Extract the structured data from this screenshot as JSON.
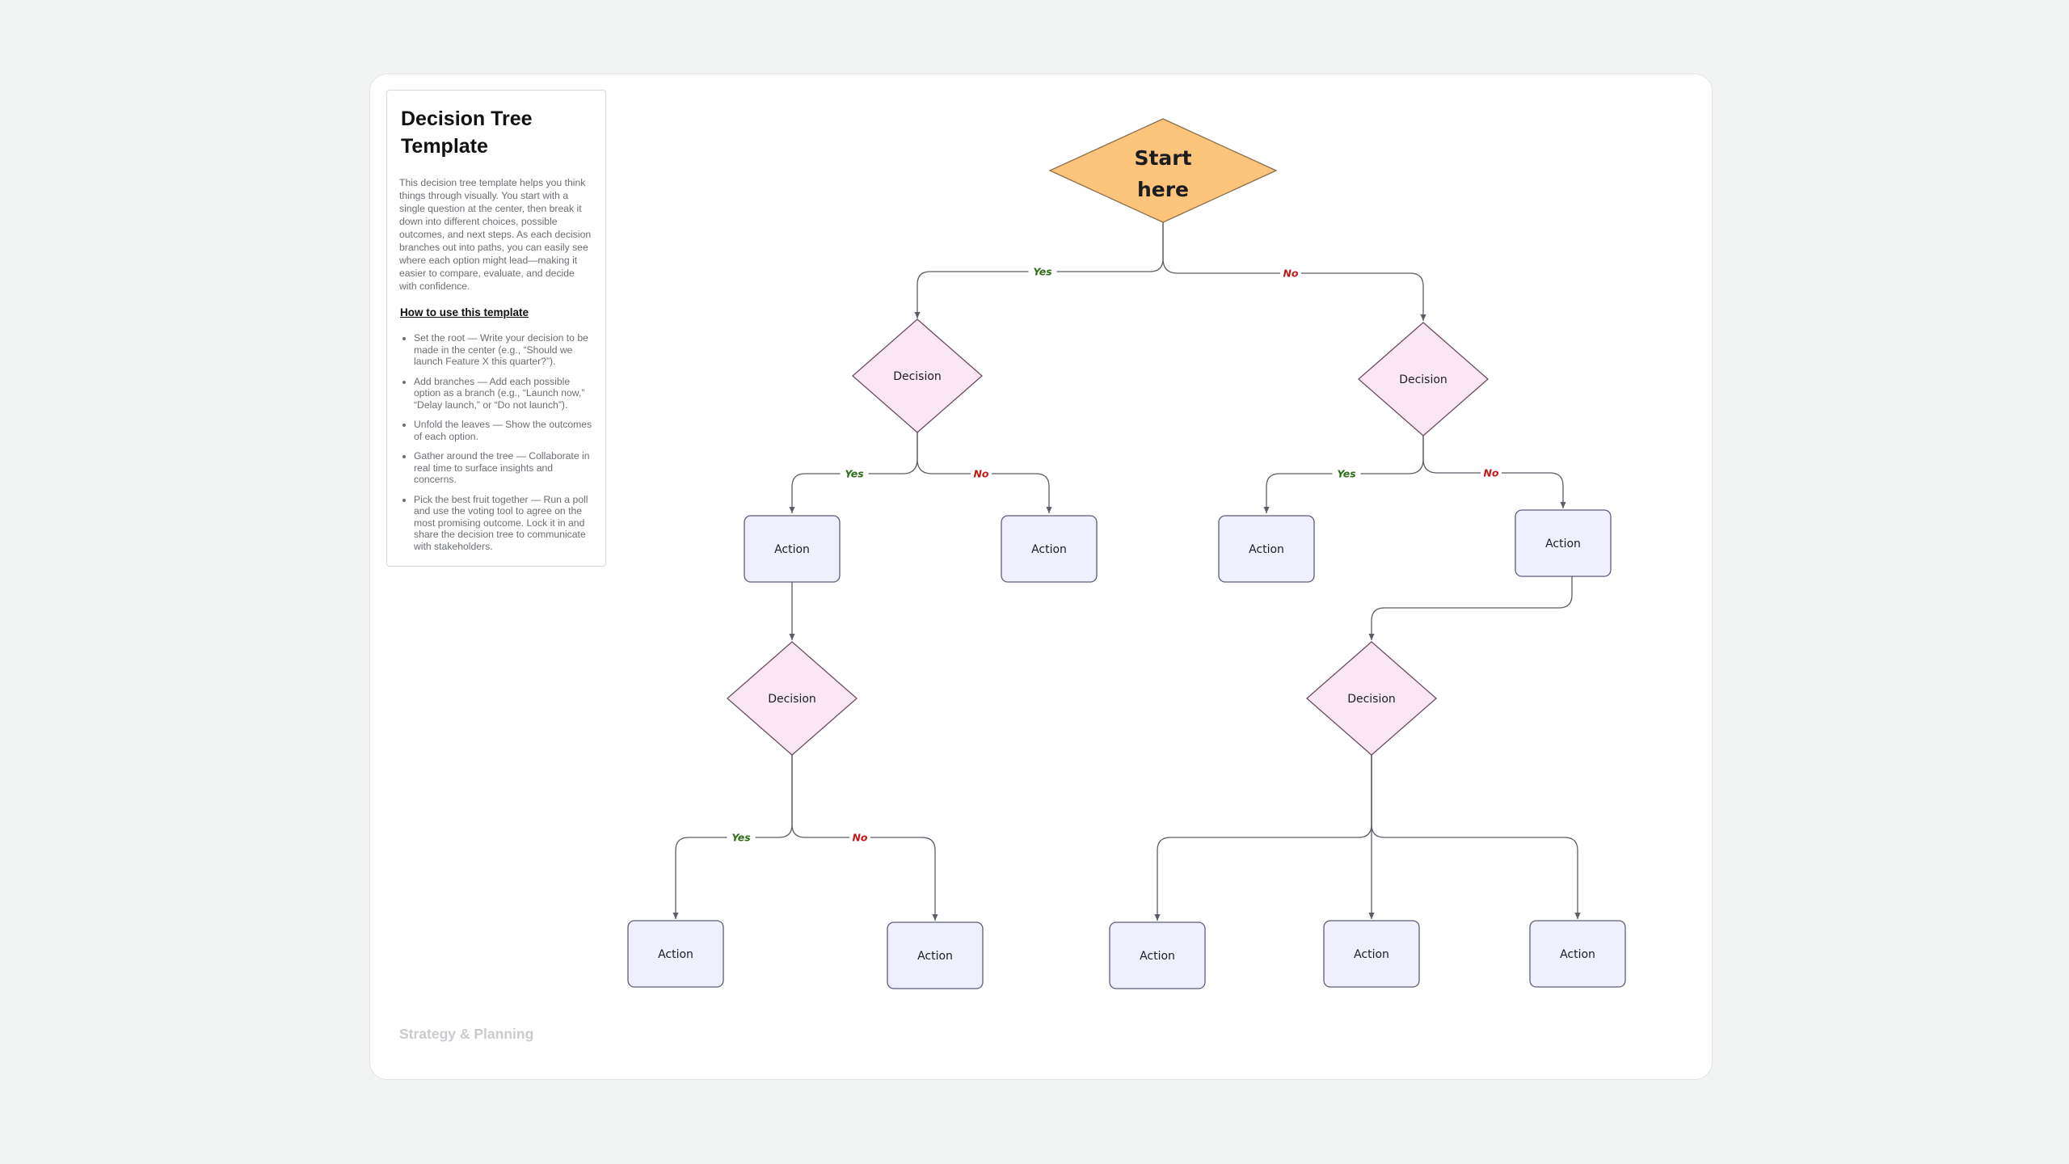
{
  "info": {
    "title": "Decision Tree Template",
    "intro": "This decision tree template helps you think things through visually. You start with a single question at the center, then break it down into different choices, possible outcomes, and next steps. As each decision branches out into paths, you can easily see where each option might lead—making it easier to compare, evaluate, and decide with confidence.",
    "howto_heading": "How to use this template",
    "steps": [
      "Set the root — Write your decision to be made in the center (e.g., “Should we launch Feature X this quarter?”).",
      "Add branches — Add each possible option as a branch (e.g., “Launch now,” “Delay launch,” or “Do not launch”).",
      "Unfold the leaves — Show the outcomes of each option.",
      "Gather around the tree — Collaborate in real time to surface insights and concerns.",
      "Pick the best fruit together — Run a poll and use the voting tool to agree on the most promising outcome. Lock it in and share the decision tree to communicate with stakeholders."
    ]
  },
  "footer": "Strategy & Planning",
  "colors": {
    "start_fill": "#fdc57b",
    "start_stroke": "#8a6f4b",
    "decision_fill": "#fbe7f3",
    "decision_stroke": "#6a4b62",
    "action_fill": "#efeffd",
    "action_stroke": "#5c5c7a",
    "yes": "#2f6e1a",
    "no": "#c21a1a"
  },
  "diagram": {
    "root": {
      "line1": "Start",
      "line2": "here"
    },
    "decision_label": "Decision",
    "action_label": "Action",
    "yes_label": "Yes",
    "no_label": "No"
  }
}
